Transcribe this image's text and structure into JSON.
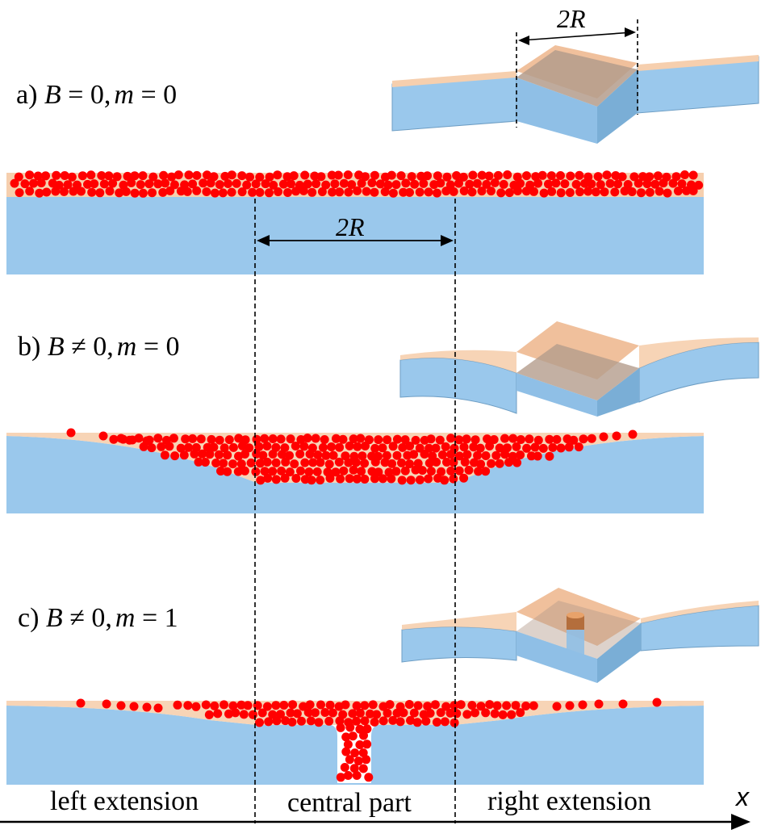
{
  "panels": [
    {
      "letter": "a)",
      "var1": "B",
      "op1": "=",
      "val1": "0,",
      "var2": "m",
      "op2": "=",
      "val2": "0"
    },
    {
      "letter": "b)",
      "var1": "B",
      "op1": "≠",
      "val1": "0,",
      "var2": "m",
      "op2": "=",
      "val2": "0"
    },
    {
      "letter": "c)",
      "var1": "B",
      "op1": "≠",
      "val1": "0,",
      "var2": "m",
      "op2": "=",
      "val2": "1"
    }
  ],
  "dimension_label": "2R",
  "regions": {
    "left": "left extension",
    "center": "central part",
    "right": "right extension"
  },
  "axis_label": "x",
  "colors": {
    "substrate": "#9ac8ec",
    "film": "#f6cfae",
    "particle": "#ff0000",
    "box_shade": "#b49c8c"
  }
}
